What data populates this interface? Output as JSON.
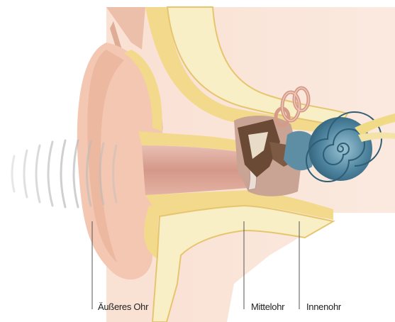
{
  "labels": {
    "outer_ear": "Äußeres Ohr",
    "middle_ear": "Mittelohr",
    "inner_ear": "Innenohr"
  },
  "colors": {
    "skin": "#f6d3c1",
    "skin_shadow": "#e7ad95",
    "bone": "#f2d98c",
    "bone_light": "#f8efc6",
    "canal": "#dba89c",
    "eardrum": "#e9ddd6",
    "ossicles": "#6b4a35",
    "cochlea": "#4b7f98",
    "cochlea_light": "#8fb8c8",
    "nerve": "#f0da86",
    "leader_line": "#555555",
    "sound_wave": "#bbbbbb"
  }
}
